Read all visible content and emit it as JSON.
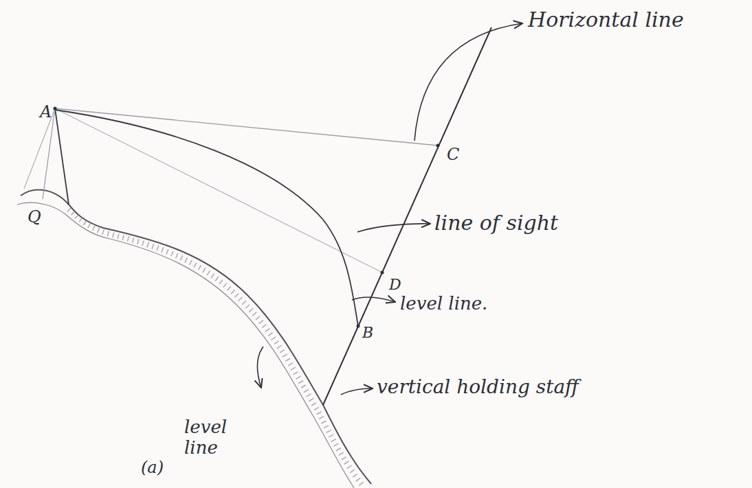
{
  "diagram": {
    "labels": [
      "A",
      "Q",
      "Horizontal line",
      "C",
      "line of sight",
      "D",
      "level line.",
      "B",
      "vertical holding staff",
      "level line",
      "(a)"
    ]
  }
}
